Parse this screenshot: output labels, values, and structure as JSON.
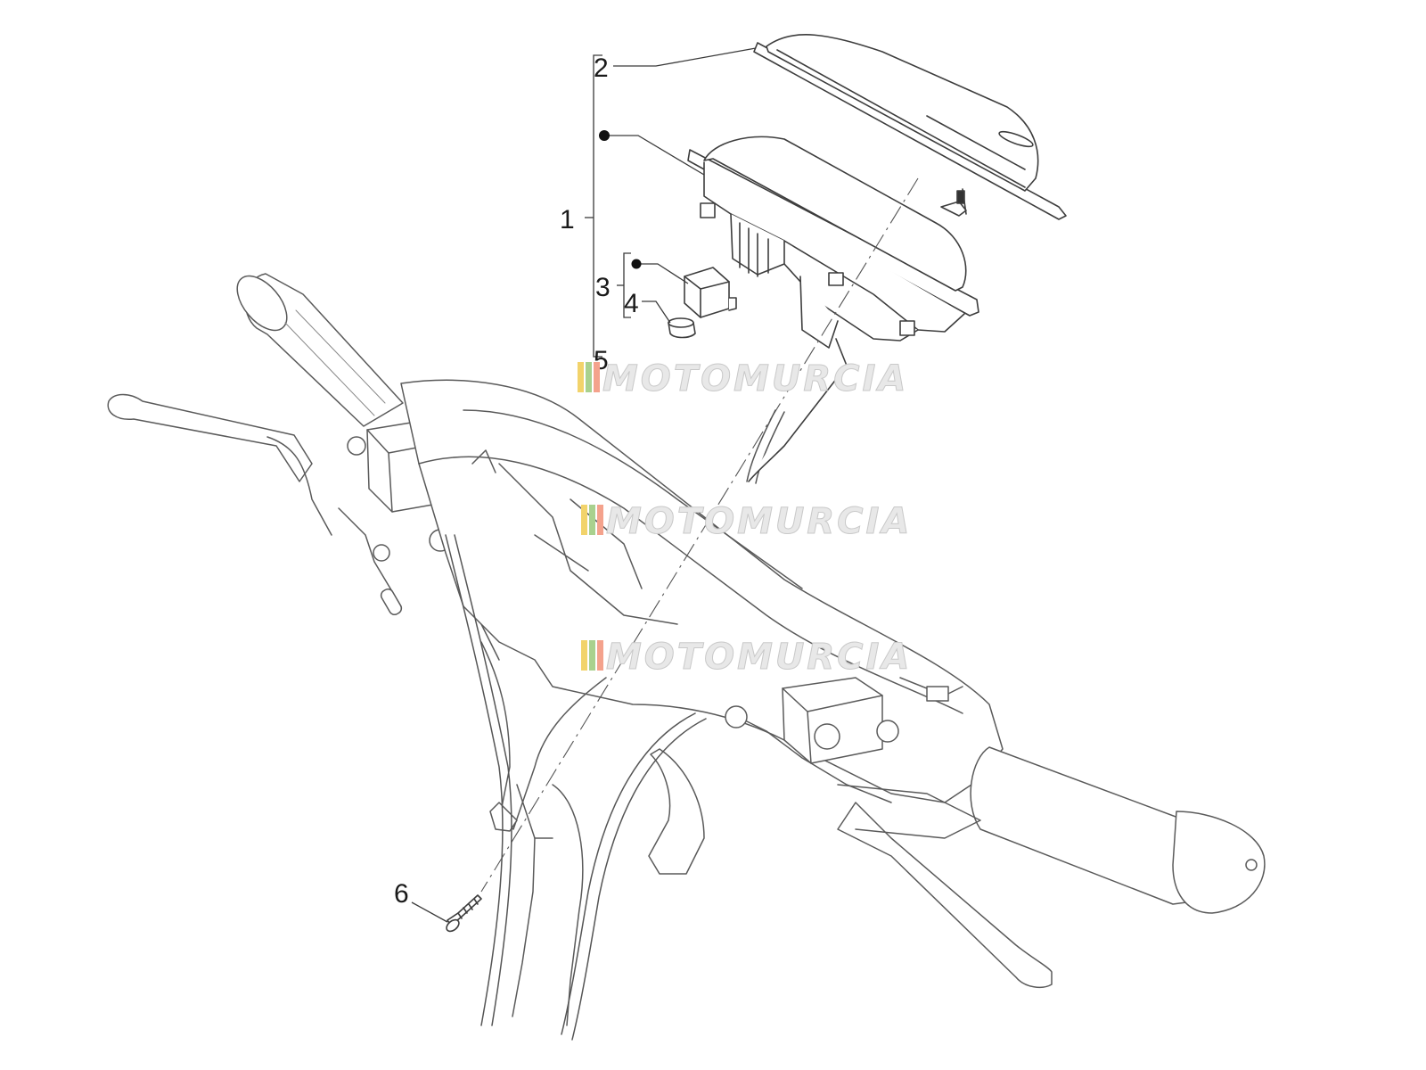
{
  "diagram": {
    "callouts": [
      {
        "id": "1",
        "label": "1"
      },
      {
        "id": "2",
        "label": "2"
      },
      {
        "id": "3",
        "label": "3"
      },
      {
        "id": "4",
        "label": "4"
      },
      {
        "id": "5",
        "label": "5"
      },
      {
        "id": "6",
        "label": "6"
      }
    ],
    "watermark": {
      "text": "MOTOMURCIA",
      "colors": [
        "#f2d36b",
        "#a9d18e",
        "#f4a28c"
      ],
      "text_color": "#e8e8e8",
      "outline_color": "#c9c9c9"
    },
    "line_color": "#444444"
  }
}
